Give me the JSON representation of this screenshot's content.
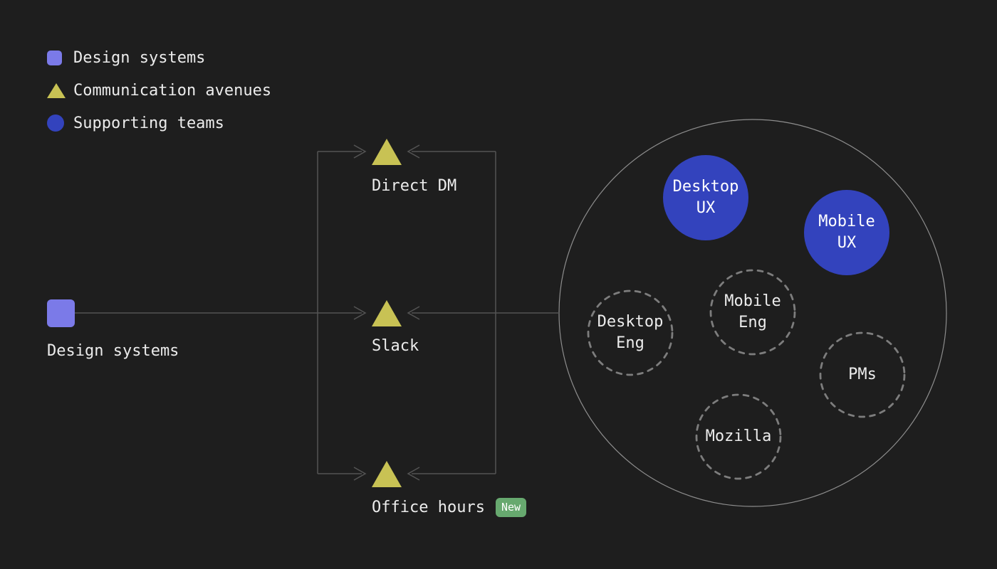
{
  "colors": {
    "background": "#1e1e1e",
    "text": "#ececec",
    "purple": "#7b7ae8",
    "yellow": "#c8c254",
    "blue": "#3343bd",
    "green": "#67a96f",
    "badge-text": "#ffffff",
    "line": "#545454",
    "outer-circle": "#8d8d8d",
    "dashed-circle": "#7d7d7d"
  },
  "legend": {
    "items": [
      {
        "icon": "square-icon",
        "label": "Design systems"
      },
      {
        "icon": "triangle-icon",
        "label": "Communication avenues"
      },
      {
        "icon": "circle-icon",
        "label": "Supporting teams"
      }
    ]
  },
  "source": {
    "label": "Design systems"
  },
  "avenues": [
    {
      "label": "Direct DM"
    },
    {
      "label": "Slack"
    },
    {
      "label": "Office hours",
      "badge": "New"
    }
  ],
  "teams": [
    {
      "label": "Desktop\nUX",
      "style": "solid"
    },
    {
      "label": "Mobile\nUX",
      "style": "solid"
    },
    {
      "label": "Desktop\nEng",
      "style": "dashed"
    },
    {
      "label": "Mobile\nEng",
      "style": "dashed"
    },
    {
      "label": "PMs",
      "style": "dashed"
    },
    {
      "label": "Mozilla",
      "style": "dashed"
    }
  ]
}
